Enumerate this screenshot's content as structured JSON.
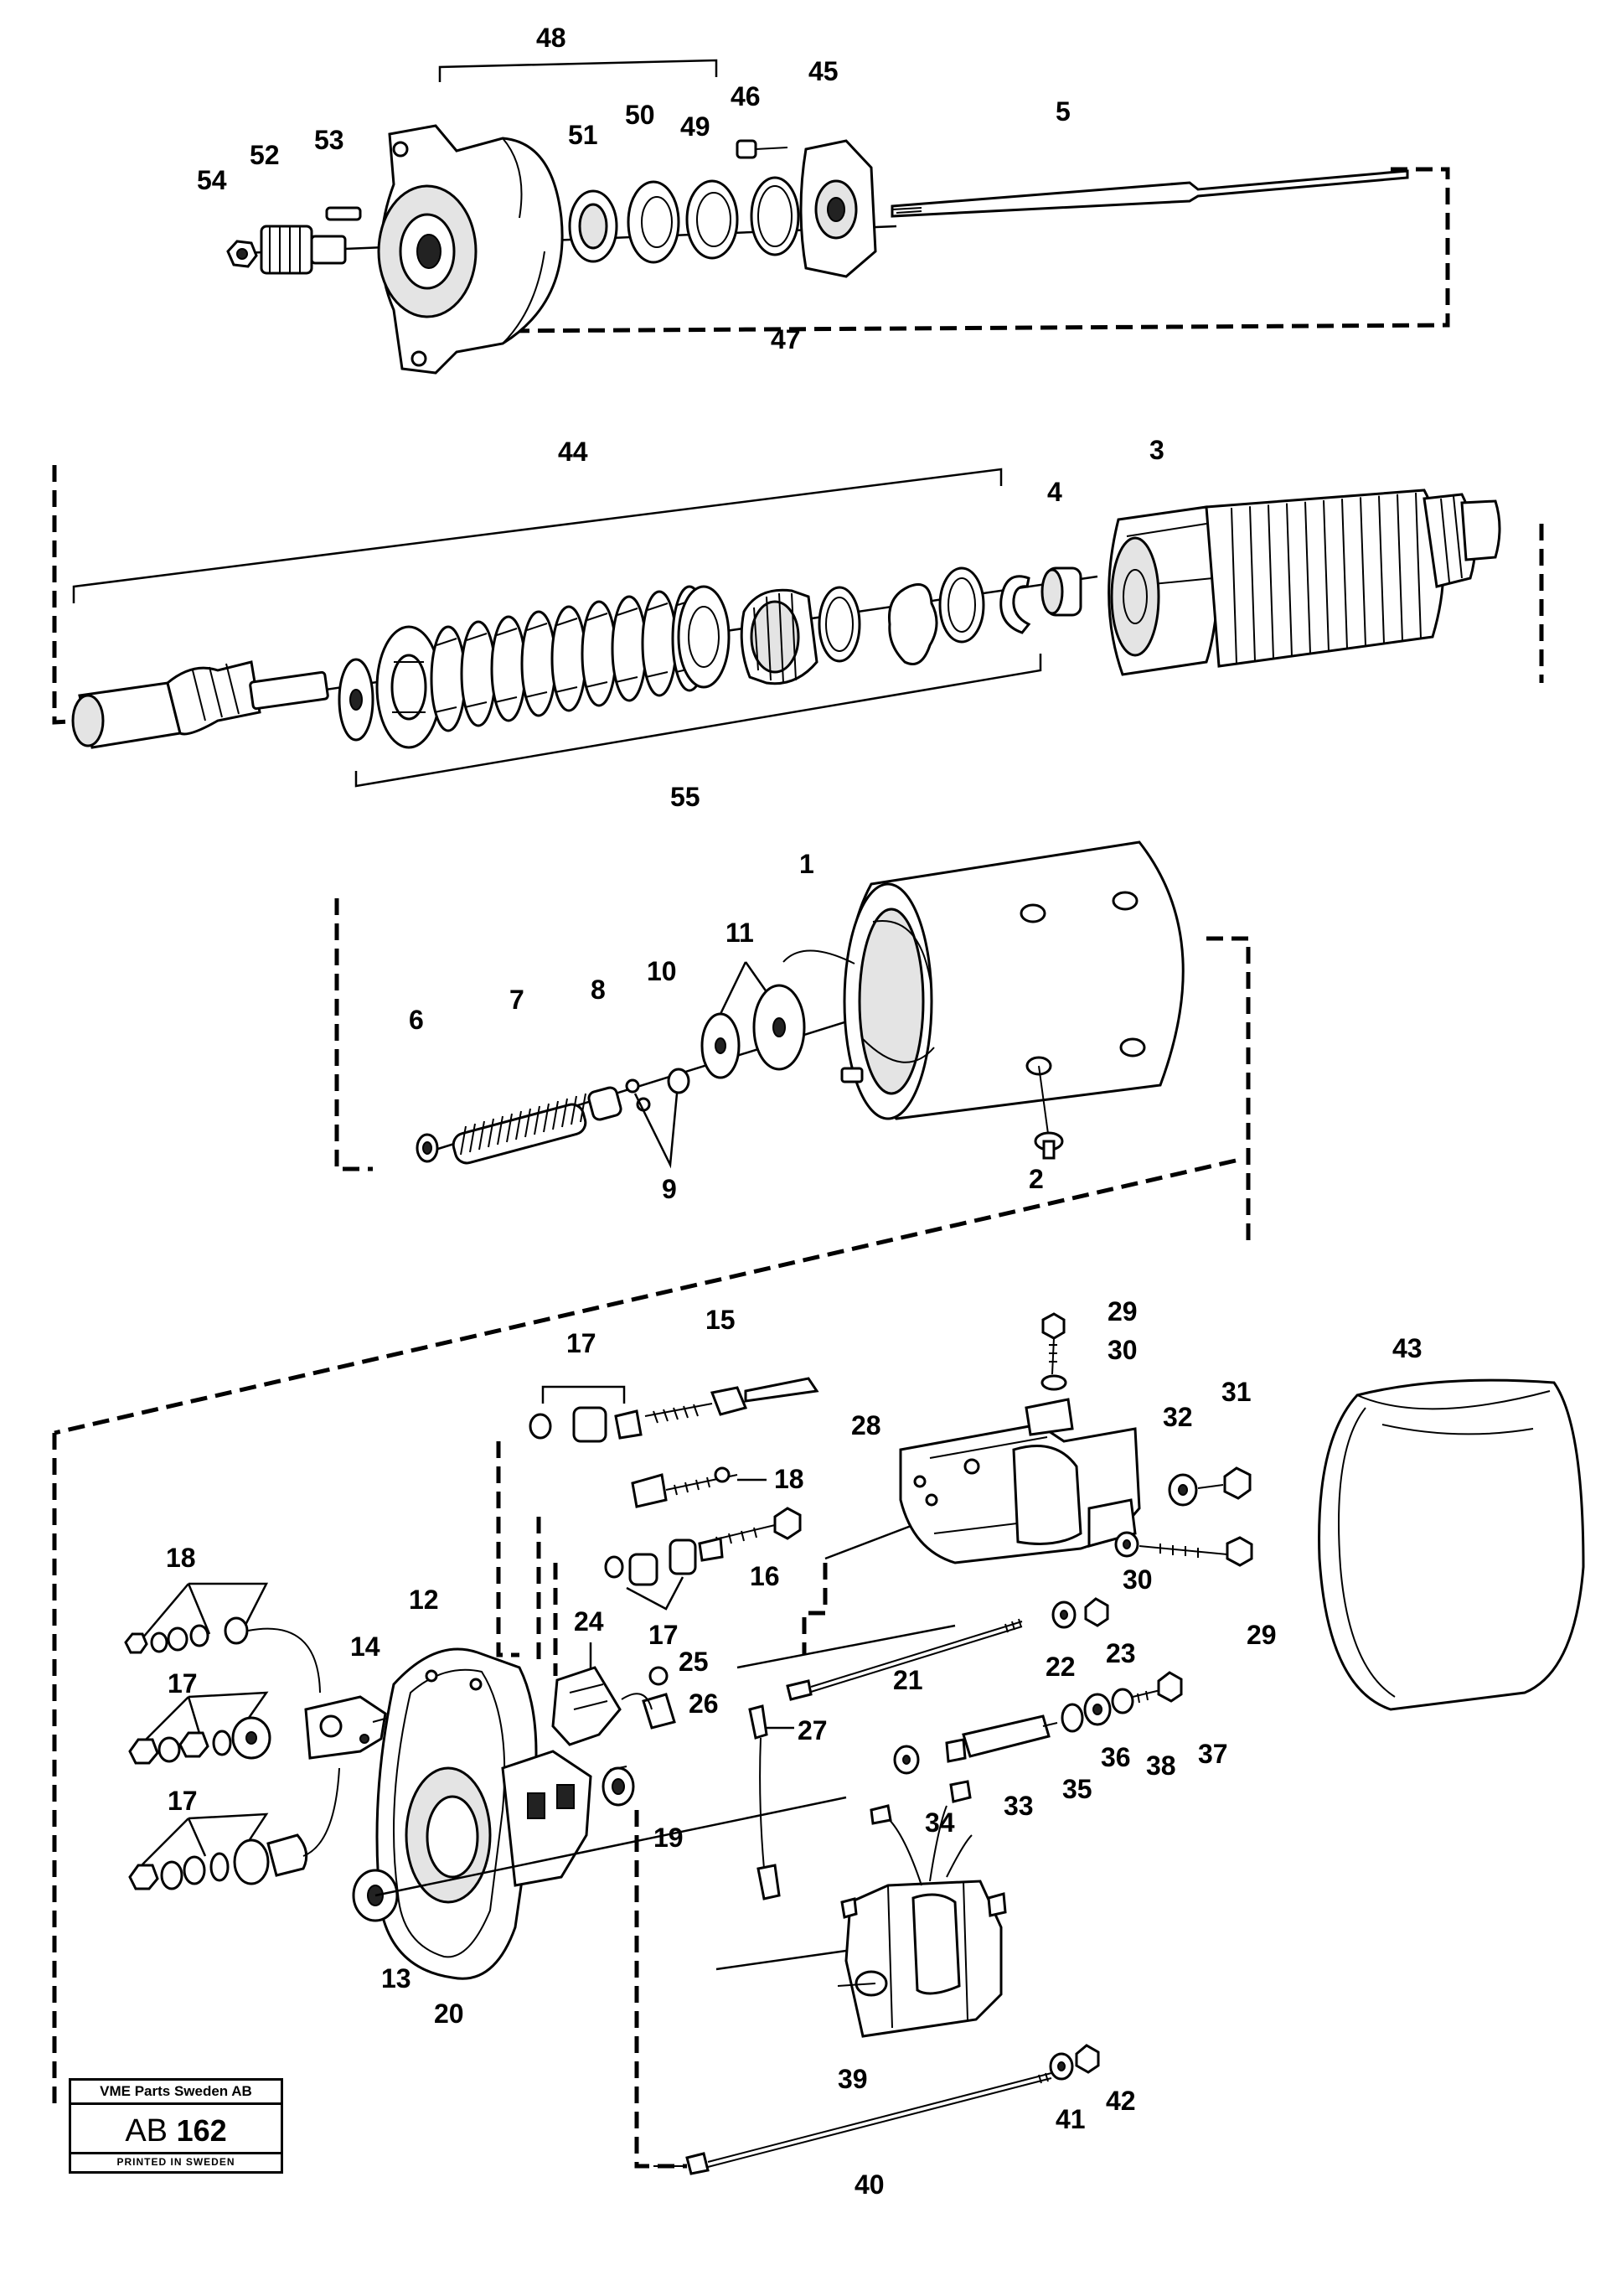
{
  "callouts": {
    "c1": "1",
    "c2": "2",
    "c3": "3",
    "c4": "4",
    "c5": "5",
    "c6": "6",
    "c7": "7",
    "c8": "8",
    "c9": "9",
    "c10": "10",
    "c11": "11",
    "c12": "12",
    "c13": "13",
    "c14": "14",
    "c15": "15",
    "c16": "16",
    "c17a": "17",
    "c17b": "17",
    "c17c": "17",
    "c17d": "17",
    "c18a": "18",
    "c18b": "18",
    "c19": "19",
    "c20": "20",
    "c21": "21",
    "c22": "22",
    "c23": "23",
    "c24": "24",
    "c25": "25",
    "c26": "26",
    "c27": "27",
    "c28": "28",
    "c29a": "29",
    "c29b": "29",
    "c30a": "30",
    "c30b": "30",
    "c31": "31",
    "c32": "32",
    "c33": "33",
    "c34": "34",
    "c35": "35",
    "c36": "36",
    "c37": "37",
    "c38": "38",
    "c39": "39",
    "c40": "40",
    "c41": "41",
    "c42": "42",
    "c43": "43",
    "c44": "44",
    "c45": "45",
    "c46": "46",
    "c47": "47",
    "c48": "48",
    "c49": "49",
    "c50": "50",
    "c51": "51",
    "c52": "52",
    "c53": "53",
    "c54": "54",
    "c55": "55"
  },
  "stamp": {
    "company": "VME Parts Sweden AB",
    "code_prefix": "AB",
    "code_number": "162",
    "printed": "PRINTED IN SWEDEN"
  }
}
